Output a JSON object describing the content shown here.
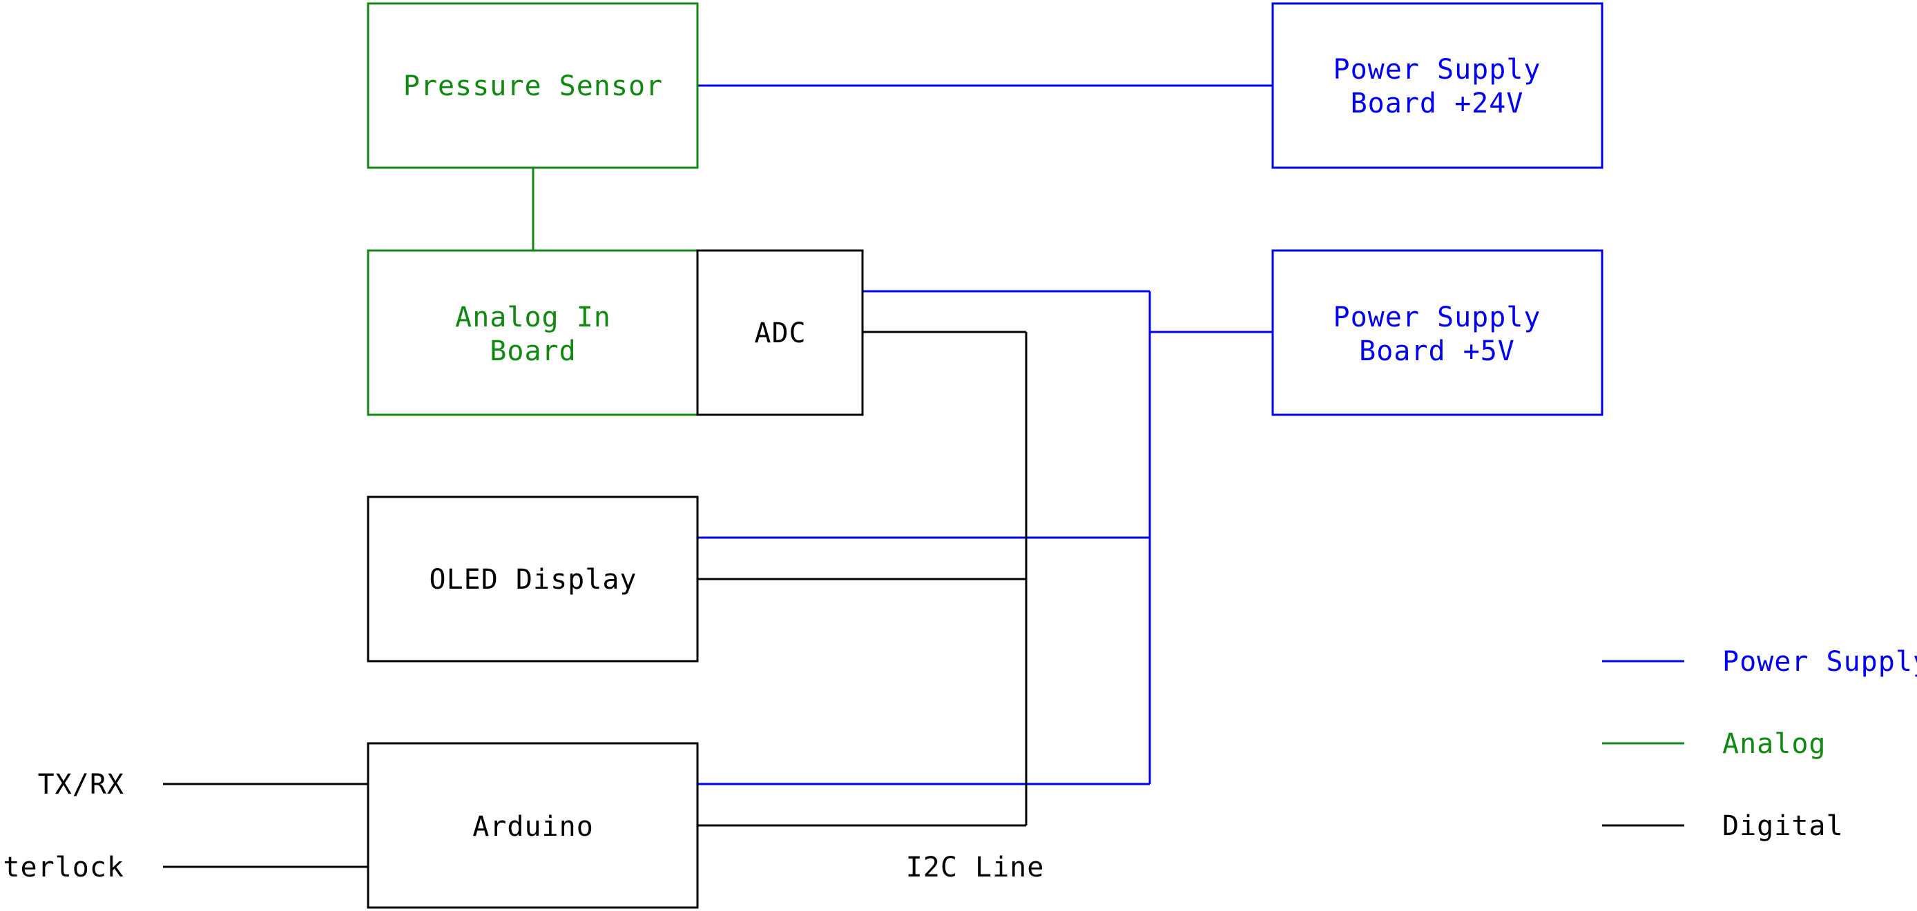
{
  "colors": {
    "power": "#0000ee",
    "analog": "#118811",
    "digital": "#000000"
  },
  "blocks": {
    "pressure_sensor": {
      "label": "Pressure Sensor"
    },
    "analog_board": {
      "line1": "Analog In",
      "line2": "Board"
    },
    "adc": {
      "label": "ADC"
    },
    "oled": {
      "label": "OLED Display"
    },
    "arduino": {
      "label": "Arduino"
    },
    "psu_24v": {
      "line1": "Power Supply",
      "line2": "Board +24V"
    },
    "psu_5v": {
      "line1": "Power Supply",
      "line2": "Board +5V"
    }
  },
  "signals": {
    "txrx": "TX/RX",
    "interlock": "Interlock",
    "i2c": "I2C Line"
  },
  "legend": [
    {
      "label": "Power Supply",
      "kind": "power"
    },
    {
      "label": "Analog",
      "kind": "analog"
    },
    {
      "label": "Digital",
      "kind": "digital"
    }
  ]
}
